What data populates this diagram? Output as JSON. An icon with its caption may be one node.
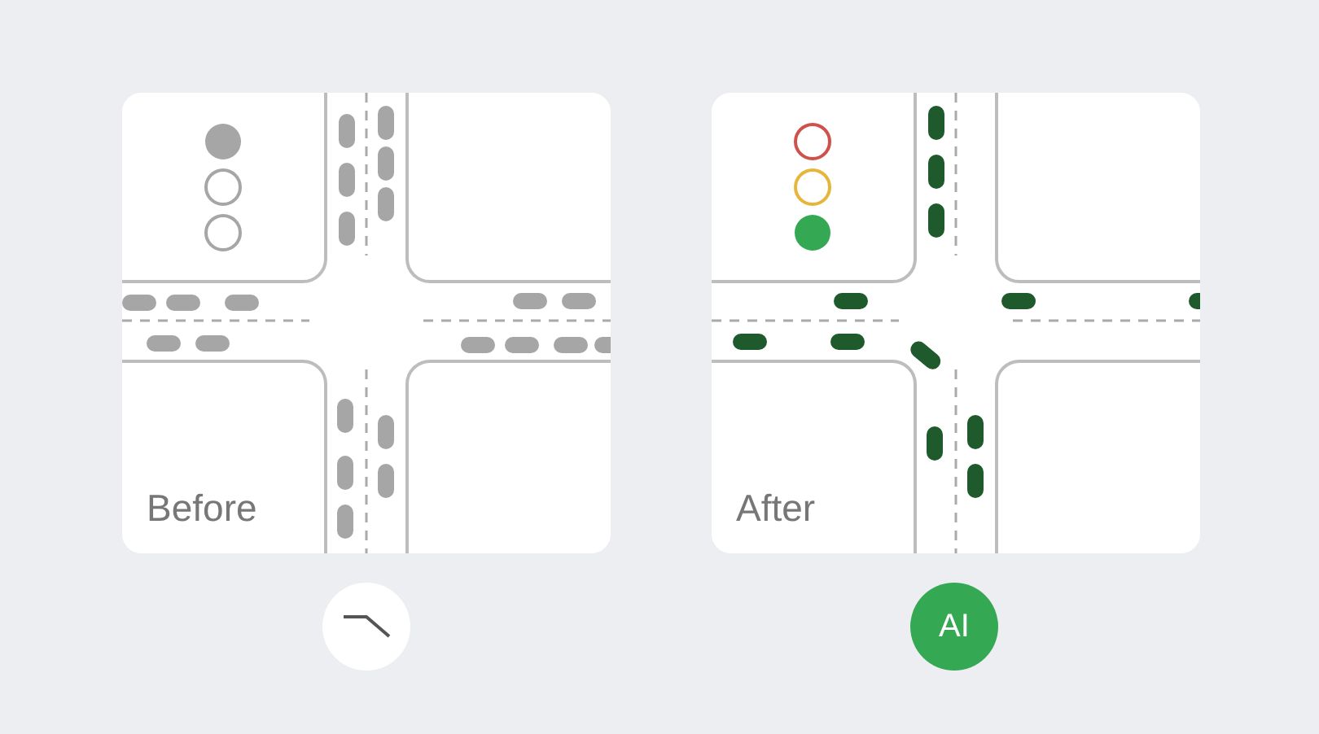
{
  "diagram": {
    "nodes": [
      {
        "text": [
          "Before"
        ]
      },
      {
        "text": [
          "After"
        ]
      },
      {
        "text": [],
        "shape": "circle"
      },
      {
        "text": [
          "AI"
        ]
      }
    ]
  }
}
